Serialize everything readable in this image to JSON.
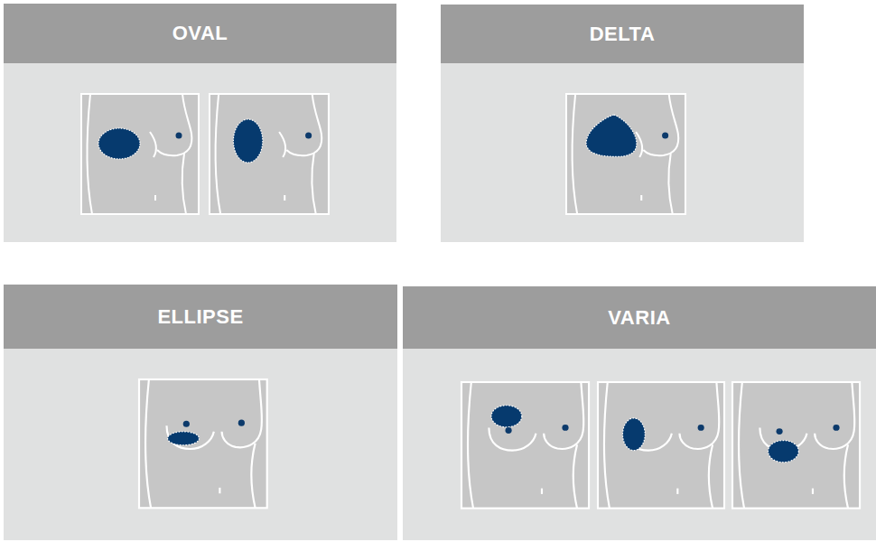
{
  "diagram": {
    "nodes": [
      {
        "text": [
          "OVAL"
        ]
      },
      {
        "text": [
          "DELTA"
        ]
      },
      {
        "text": [
          "ELLIPSE"
        ]
      },
      {
        "text": [
          "VARIA"
        ]
      }
    ]
  }
}
